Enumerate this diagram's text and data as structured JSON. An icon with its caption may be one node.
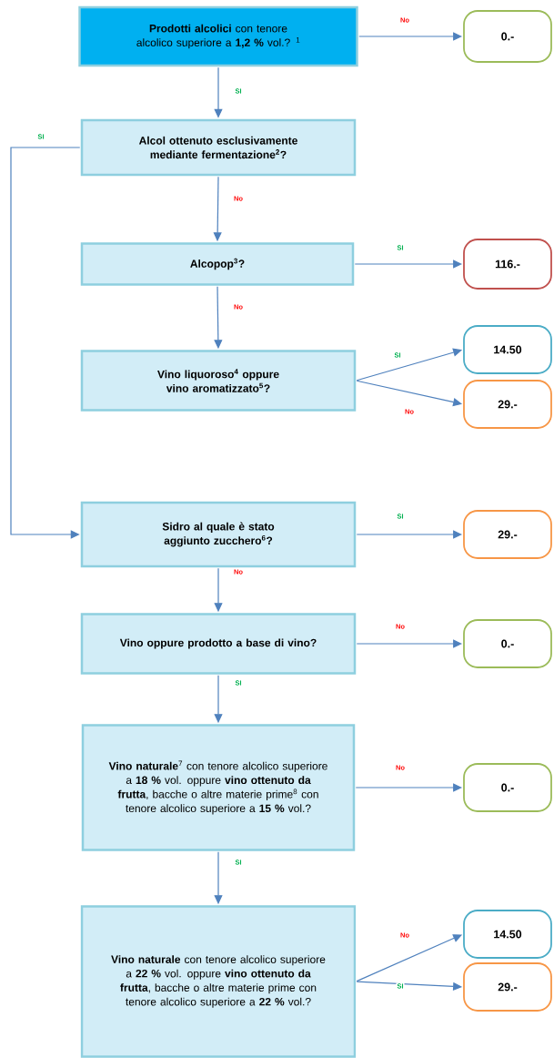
{
  "diagram": {
    "nodes": [
      {
        "text": [
          "**Prodotti alcolici** con tenore alcolico superiore a **1,2 %** vol.? $^{1}$"
        ]
      },
      {
        "text": [
          "0.-"
        ]
      },
      {
        "text": [
          "Alcol ottenuto esclusivamente mediante fermentazione$^{2}$?"
        ]
      },
      {
        "text": [
          "Alcopop$^{3}$?"
        ]
      },
      {
        "text": [
          "116.-"
        ]
      },
      {
        "text": [
          "Vino liquoroso$^{4}$ oppure vino aromatizzato$^{5}$?"
        ]
      },
      {
        "text": [
          "14.50"
        ]
      },
      {
        "text": [
          "29.-"
        ]
      },
      {
        "text": [
          "Sidro al quale è stato aggiunto zucchero$^{6}$?"
        ]
      },
      {
        "text": [
          "29.-"
        ]
      },
      {
        "text": [
          "Vino oppure prodotto a base di vino?"
        ]
      },
      {
        "text": [
          "0.-"
        ]
      },
      {
        "text": [
          "**Vino naturale**$^{7}$ con tenore alcolico superiore a **18 %** vol. oppure **vino ottenuto da frutta**, bacche o altre materie prime$^{8}$ con tenore alcolico superiore a **15 %** vol.?"
        ]
      },
      {
        "text": [
          "0.-"
        ]
      },
      {
        "text": [
          "**Vino naturale** con tenore alcolico superiore a **22 %** vol. oppure **vino ottenuto da frutta**, bacche o altre materie prime con tenore alcolico superiore a **22 %** vol.?"
        ]
      },
      {
        "text": [
          "14.50"
        ]
      },
      {
        "text": [
          "29.-"
        ]
      }
    ],
    "edges": [
      {
        "from": 0,
        "to": 1,
        "arrow": "to",
        "label": "No"
      },
      {
        "from": 0,
        "to": 2,
        "arrow": "to",
        "label": "SI"
      },
      {
        "from": 2,
        "to": 8,
        "arrow": "to",
        "label": "SI"
      },
      {
        "from": 2,
        "to": 3,
        "arrow": "to",
        "label": "No"
      },
      {
        "from": 3,
        "to": 4,
        "arrow": "to",
        "label": "SI"
      },
      {
        "from": 3,
        "to": 5,
        "arrow": "to",
        "label": "No"
      },
      {
        "from": 5,
        "to": 6,
        "arrow": "to",
        "label": "SI"
      },
      {
        "from": 5,
        "to": 7,
        "arrow": "to",
        "label": "No"
      },
      {
        "from": 8,
        "to": 9,
        "arrow": "to",
        "label": "SI"
      },
      {
        "from": 8,
        "to": 10,
        "arrow": "to",
        "label": "No"
      },
      {
        "from": 10,
        "to": 11,
        "arrow": "to",
        "label": "No"
      },
      {
        "from": 10,
        "to": 12,
        "arrow": "to",
        "label": "SI"
      },
      {
        "from": 12,
        "to": 13,
        "arrow": "to",
        "label": "No"
      },
      {
        "from": 12,
        "to": 14,
        "arrow": "to",
        "label": "SI"
      },
      {
        "from": 14,
        "to": 15,
        "arrow": "to",
        "label": "No"
      },
      {
        "from": 14,
        "to": 16,
        "arrow": "to",
        "label": "SI"
      }
    ]
  }
}
